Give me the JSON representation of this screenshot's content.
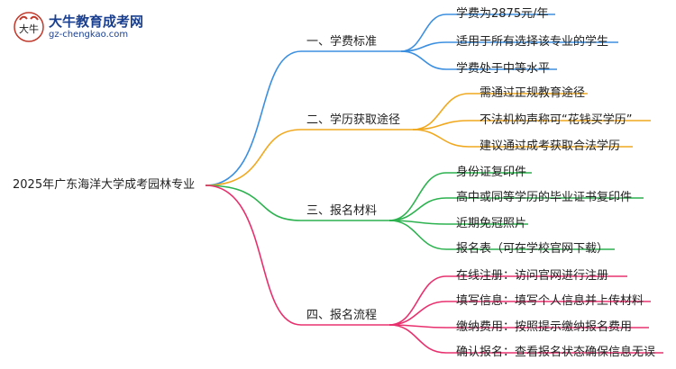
{
  "logo": {
    "title": "大牛教育成考网",
    "url": "gz-chengkao.com",
    "mark_text": "大牛"
  },
  "root": {
    "label": "2025年广东海洋大学成考园林专业"
  },
  "branches": [
    {
      "label": "一、学费标准",
      "color": "#3b8fe0",
      "leaves": [
        "学费为2875元/年",
        "适用于所有选择该专业的学生",
        "学费处于中等水平"
      ]
    },
    {
      "label": "二、学历获取途径",
      "color": "#f0a81e",
      "leaves": [
        "需通过正规教育途径",
        "不法机构声称可“花钱买学历”",
        "建议通过成考获取合法学历"
      ]
    },
    {
      "label": "三、报名材料",
      "color": "#2cb24f",
      "leaves": [
        "身份证复印件",
        "高中或同等学历的毕业证书复印件",
        "近期免冠照片",
        "报名表（可在学校官网下载）"
      ]
    },
    {
      "label": "四、报名流程",
      "color": "#e8306f",
      "leaves": [
        "在线注册：访问官网进行注册",
        "填写信息：填写个人信息并上传材料",
        "缴纳费用：按照提示缴纳报名费用",
        "确认报名：查看报名状态确保信息无误"
      ]
    }
  ]
}
